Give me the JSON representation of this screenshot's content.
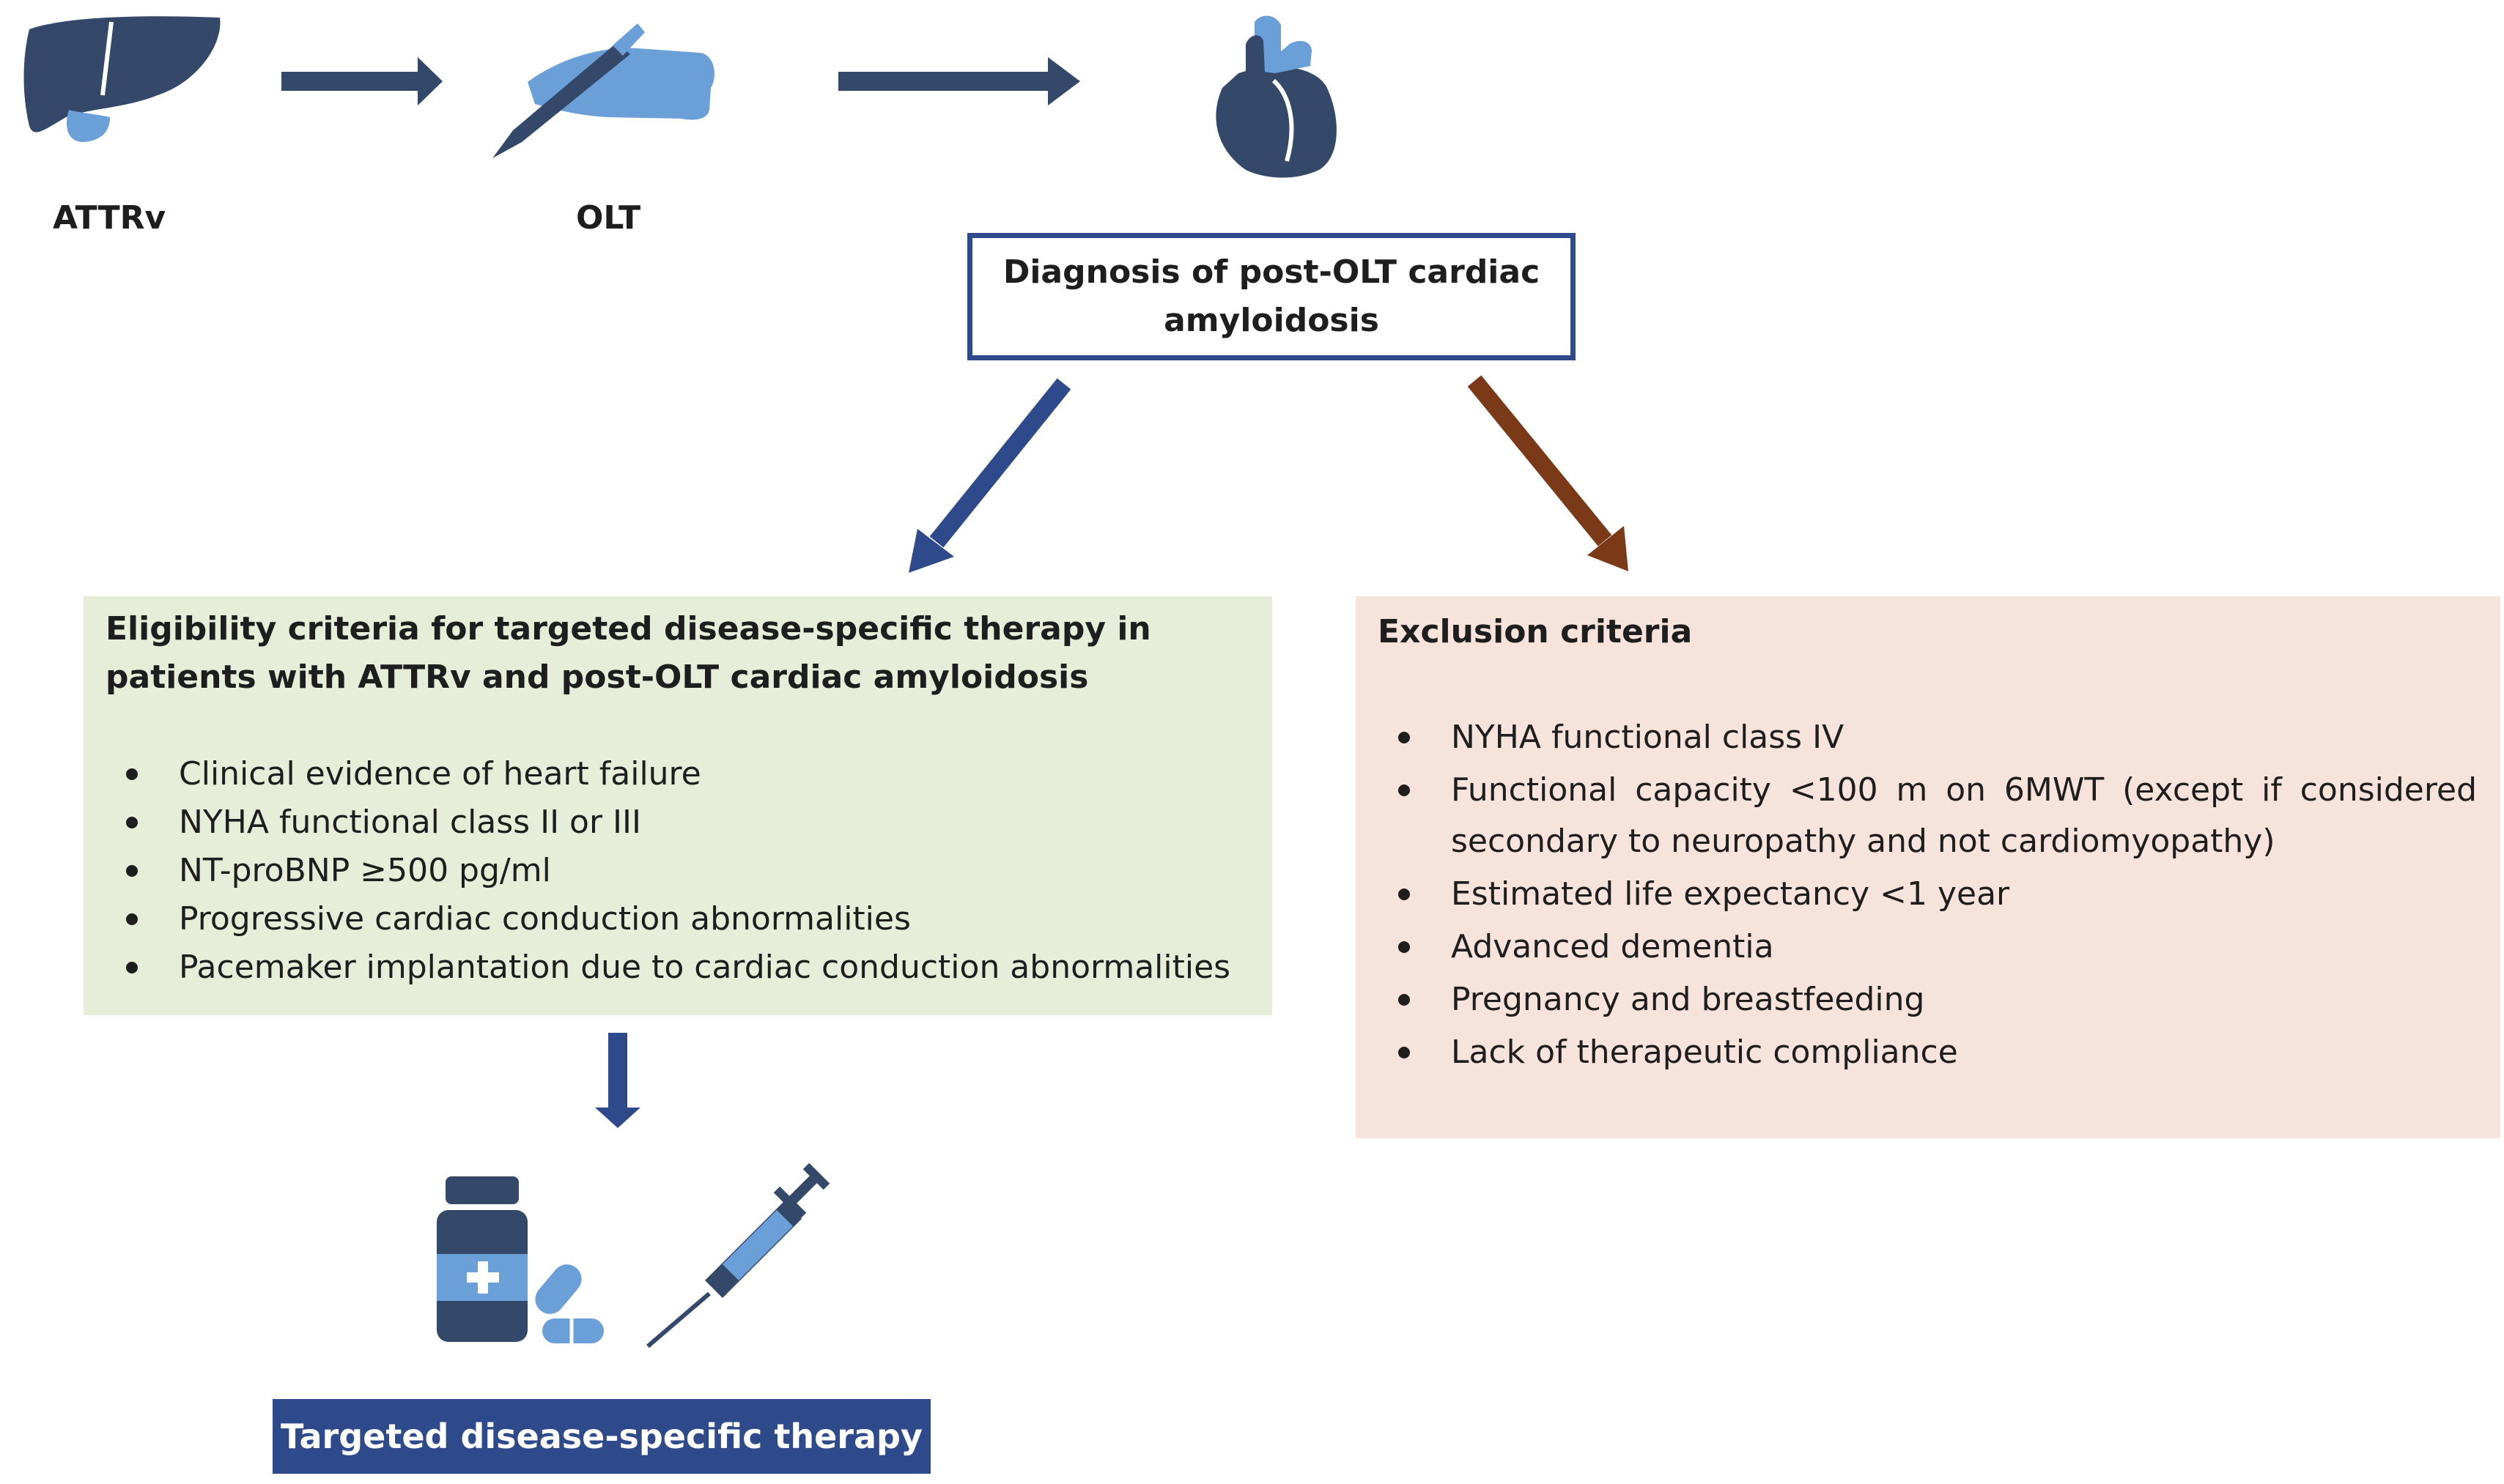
{
  "colors": {
    "navy": "#2f4a8a",
    "icon_blue": "#6a9fd8",
    "icon_dark": "#34496a",
    "brown_arrow": "#7a3a18",
    "eligibility_bg": "#e6edd9",
    "exclusion_bg": "#f6e4dc"
  },
  "icons": {
    "liver": "liver-icon",
    "transplant": "scalpel-hand-icon",
    "heart": "heart-icon",
    "medication": "medicine-bottle-icon",
    "injection": "syringe-icon"
  },
  "top": {
    "attrv_label": "ATTRv",
    "olt_label": "OLT"
  },
  "diagnosis": {
    "text": "Diagnosis of post-OLT cardiac amyloidosis"
  },
  "eligibility": {
    "title": "Eligibility criteria for targeted disease-specific therapy in patients with ATTRv and post-OLT cardiac amyloidosis",
    "items": [
      "Clinical evidence of heart failure",
      "NYHA functional class II or III",
      "NT-proBNP ≥500 pg/ml",
      "Progressive cardiac conduction abnormalities",
      "Pacemaker implantation due to cardiac conduction abnormalities"
    ]
  },
  "exclusion": {
    "title": "Exclusion criteria",
    "items": [
      "NYHA functional class IV",
      "Functional capacity <100 m on 6MWT (except if considered secondary to neuropathy and not cardiomyopathy)",
      "Estimated life expectancy <1 year",
      "Advanced dementia",
      "Pregnancy and breastfeeding",
      "Lack of therapeutic compliance"
    ]
  },
  "therapy": {
    "label": "Targeted disease-specific therapy"
  }
}
